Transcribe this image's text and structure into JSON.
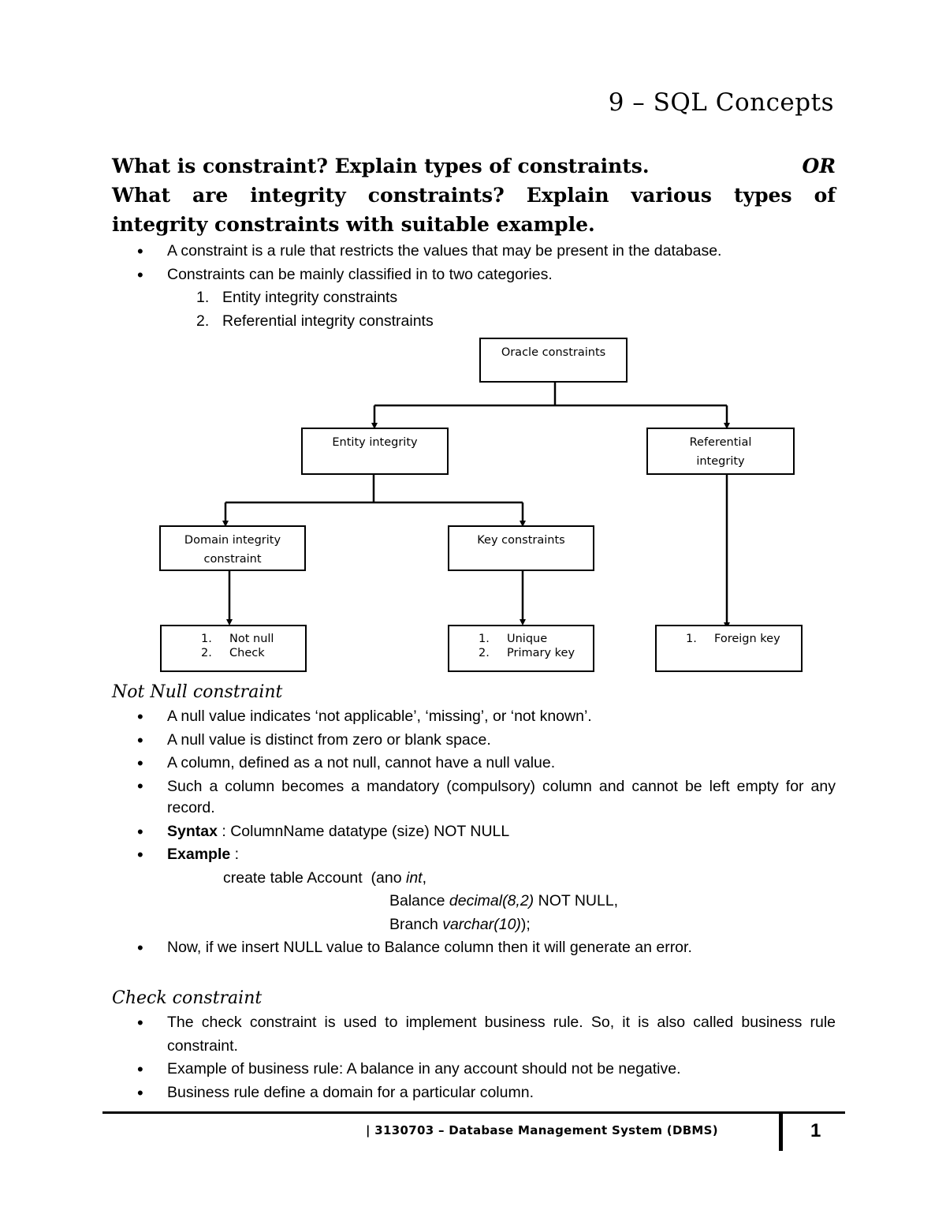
{
  "chapter_title": "9 – SQL Concepts",
  "question": {
    "line1": "What is constraint? Explain types of constraints.",
    "or": "OR",
    "line2": "What are integrity constraints? Explain various types of",
    "line3": "integrity constraints with suitable example."
  },
  "intro": {
    "bullets": [
      "A constraint is a rule that restricts the values that may be present in the database.",
      "Constraints can be mainly classified in to two categories."
    ],
    "categories": [
      {
        "num": "1.",
        "text": "Entity integrity constraints"
      },
      {
        "num": "2.",
        "text": "Referential integrity constraints"
      }
    ]
  },
  "diagram": {
    "root": "Oracle constraints",
    "entity": "Entity integrity",
    "referential_line1": "Referential",
    "referential_line2": "integrity",
    "domain_line1": "Domain integrity",
    "domain_line2": "constraint",
    "key": "Key constraints",
    "domain_items": [
      {
        "num": "1.",
        "text": "Not null"
      },
      {
        "num": "2.",
        "text": "Check"
      }
    ],
    "key_items": [
      {
        "num": "1.",
        "text": "Unique"
      },
      {
        "num": "2.",
        "text": "Primary key"
      }
    ],
    "ref_items": [
      {
        "num": "1.",
        "text": "Foreign key"
      }
    ]
  },
  "not_null": {
    "title": "Not Null constraint",
    "bullets": [
      "A null value indicates ‘not applicable’, ‘missing’, or ‘not known’.",
      "A null value is distinct from zero or blank space.",
      "A column, defined as a not null, cannot have a null value.",
      "Such a column becomes a mandatory (compulsory) column and cannot be left empty for any record."
    ],
    "syntax_label": "Syntax",
    "syntax_text": " : ColumnName datatype (size) NOT NULL",
    "example_label": "Example",
    "example_text": " :",
    "code": {
      "line1_a": "create table Account  (ano ",
      "line1_b": "int",
      "line1_c": ",",
      "line2_a": "Balance ",
      "line2_b": "decimal(8,2)",
      "line2_c": " NOT NULL,",
      "line3_a": "Branch ",
      "line3_b": "varchar(10)",
      "line3_c": ");"
    },
    "last_bullet": "Now, if we insert NULL value to Balance column then it will generate an error."
  },
  "check": {
    "title": "Check constraint",
    "bullets": [
      "The check constraint is used to implement business rule. So, it is also called business rule constraint.",
      "Example of business rule: A balance in any account should not be negative.",
      "Business rule define a domain for a particular column."
    ]
  },
  "footer": {
    "text": "| 3130703 – Database  Management  System (DBMS)",
    "page": "1"
  }
}
